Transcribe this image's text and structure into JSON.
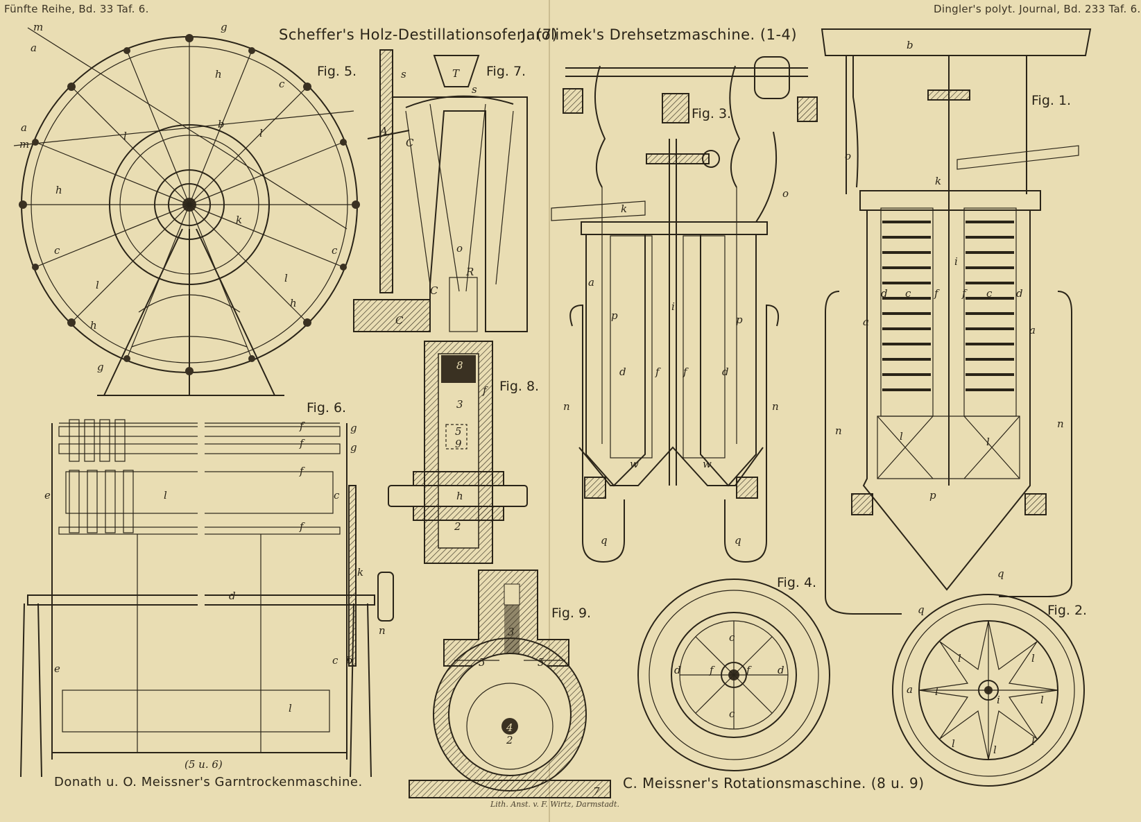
{
  "header": {
    "left": "Fünfte Reihe, Bd. 33  Taf. 6.",
    "right": "Dingler's polyt. Journal, Bd. 233  Taf. 6."
  },
  "titles": {
    "scheffer": "Scheffer's Holz-Destillationsofen. (7)",
    "jarolimek": "Jarolimek's Drehsetzmaschine. (1-4)",
    "donath": "Donath u. O. Meissner's Garntrockenmaschine.",
    "meissner": "C. Meissner's Rotationsmaschine. (8 u. 9)",
    "range56": "(5 u. 6)"
  },
  "figures": {
    "fig1": "Fig. 1.",
    "fig2": "Fig. 2.",
    "fig3": "Fig. 3.",
    "fig4": "Fig. 4.",
    "fig5": "Fig. 5.",
    "fig6": "Fig. 6.",
    "fig7": "Fig. 7.",
    "fig8": "Fig. 8.",
    "fig9": "Fig. 9."
  },
  "imprint": "Lith. Anst. v. F. Wirtz, Darmstadt.",
  "letters": {
    "m": "m",
    "a": "a",
    "g": "g",
    "h": "h",
    "b": "b",
    "c": "c",
    "l": "l",
    "k": "k",
    "s": "s",
    "T": "T",
    "A": "A",
    "C": "C",
    "o": "o",
    "R": "R",
    "f": "f",
    "e": "e",
    "d": "d",
    "n": "n",
    "i": "i",
    "p": "p",
    "w": "w",
    "q": "q",
    "n8": "8",
    "n3": "3",
    "n5": "5",
    "n9": "9",
    "n2": "2",
    "n4": "4",
    "n7": "7"
  },
  "colors": {
    "paper": "#e9ddb3",
    "ink": "#2a2418"
  }
}
